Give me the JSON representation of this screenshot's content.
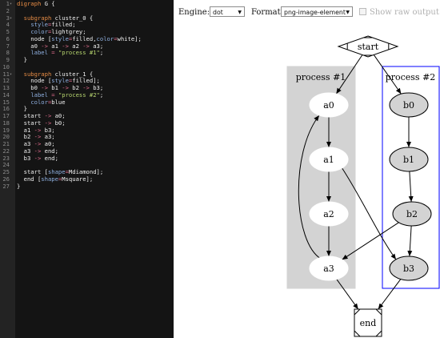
{
  "editor": {
    "lines": [
      {
        "n": "1",
        "fold": "▾",
        "t": [
          [
            "kw",
            "digraph"
          ],
          [
            "plain",
            " G {"
          ]
        ]
      },
      {
        "n": "2",
        "fold": "",
        "t": []
      },
      {
        "n": "3",
        "fold": "▾",
        "t": [
          [
            "plain",
            "  "
          ],
          [
            "kw",
            "subgraph"
          ],
          [
            "plain",
            " cluster_0 {"
          ]
        ]
      },
      {
        "n": "4",
        "fold": "",
        "t": [
          [
            "plain",
            "    "
          ],
          [
            "key",
            "style"
          ],
          [
            "op",
            "="
          ],
          [
            "plain",
            "filled;"
          ]
        ]
      },
      {
        "n": "5",
        "fold": "",
        "t": [
          [
            "plain",
            "    "
          ],
          [
            "key",
            "color"
          ],
          [
            "op",
            "="
          ],
          [
            "plain",
            "lightgrey;"
          ]
        ]
      },
      {
        "n": "6",
        "fold": "",
        "t": [
          [
            "plain",
            "    node ["
          ],
          [
            "key",
            "style"
          ],
          [
            "op",
            "="
          ],
          [
            "plain",
            "filled,"
          ],
          [
            "key",
            "color"
          ],
          [
            "op",
            "="
          ],
          [
            "plain",
            "white];"
          ]
        ]
      },
      {
        "n": "7",
        "fold": "",
        "t": [
          [
            "plain",
            "    a0 "
          ],
          [
            "op",
            "->"
          ],
          [
            "plain",
            " a1 "
          ],
          [
            "op",
            "->"
          ],
          [
            "plain",
            " a2 "
          ],
          [
            "op",
            "->"
          ],
          [
            "plain",
            " a3;"
          ]
        ]
      },
      {
        "n": "8",
        "fold": "",
        "t": [
          [
            "plain",
            "    "
          ],
          [
            "key",
            "label"
          ],
          [
            "plain",
            " "
          ],
          [
            "op",
            "="
          ],
          [
            "plain",
            " "
          ],
          [
            "str",
            "\"process #1\""
          ],
          [
            "plain",
            ";"
          ]
        ]
      },
      {
        "n": "9",
        "fold": "",
        "t": [
          [
            "plain",
            "  }"
          ]
        ]
      },
      {
        "n": "10",
        "fold": "",
        "t": []
      },
      {
        "n": "11",
        "fold": "▾",
        "t": [
          [
            "plain",
            "  "
          ],
          [
            "kw",
            "subgraph"
          ],
          [
            "plain",
            " cluster_1 {"
          ]
        ]
      },
      {
        "n": "12",
        "fold": "",
        "t": [
          [
            "plain",
            "    node ["
          ],
          [
            "key",
            "style"
          ],
          [
            "op",
            "="
          ],
          [
            "plain",
            "filled];"
          ]
        ]
      },
      {
        "n": "13",
        "fold": "",
        "t": [
          [
            "plain",
            "    b0 "
          ],
          [
            "op",
            "->"
          ],
          [
            "plain",
            " b1 "
          ],
          [
            "op",
            "->"
          ],
          [
            "plain",
            " b2 "
          ],
          [
            "op",
            "->"
          ],
          [
            "plain",
            " b3;"
          ]
        ]
      },
      {
        "n": "14",
        "fold": "",
        "t": [
          [
            "plain",
            "    "
          ],
          [
            "key",
            "label"
          ],
          [
            "plain",
            " "
          ],
          [
            "op",
            "="
          ],
          [
            "plain",
            " "
          ],
          [
            "str",
            "\"process #2\""
          ],
          [
            "plain",
            ";"
          ]
        ]
      },
      {
        "n": "15",
        "fold": "",
        "t": [
          [
            "plain",
            "    "
          ],
          [
            "key",
            "color"
          ],
          [
            "op",
            "="
          ],
          [
            "plain",
            "blue"
          ]
        ]
      },
      {
        "n": "16",
        "fold": "",
        "t": [
          [
            "plain",
            "  }"
          ]
        ]
      },
      {
        "n": "17",
        "fold": "",
        "t": [
          [
            "plain",
            "  start "
          ],
          [
            "op",
            "->"
          ],
          [
            "plain",
            " a0;"
          ]
        ]
      },
      {
        "n": "18",
        "fold": "",
        "t": [
          [
            "plain",
            "  start "
          ],
          [
            "op",
            "->"
          ],
          [
            "plain",
            " b0;"
          ]
        ]
      },
      {
        "n": "19",
        "fold": "",
        "t": [
          [
            "plain",
            "  a1 "
          ],
          [
            "op",
            "->"
          ],
          [
            "plain",
            " b3;"
          ]
        ]
      },
      {
        "n": "20",
        "fold": "",
        "t": [
          [
            "plain",
            "  b2 "
          ],
          [
            "op",
            "->"
          ],
          [
            "plain",
            " a3;"
          ]
        ]
      },
      {
        "n": "21",
        "fold": "",
        "t": [
          [
            "plain",
            "  a3 "
          ],
          [
            "op",
            "->"
          ],
          [
            "plain",
            " a0;"
          ]
        ]
      },
      {
        "n": "22",
        "fold": "",
        "t": [
          [
            "plain",
            "  a3 "
          ],
          [
            "op",
            "->"
          ],
          [
            "plain",
            " end;"
          ]
        ]
      },
      {
        "n": "23",
        "fold": "",
        "t": [
          [
            "plain",
            "  b3 "
          ],
          [
            "op",
            "->"
          ],
          [
            "plain",
            " end;"
          ]
        ]
      },
      {
        "n": "24",
        "fold": "",
        "t": []
      },
      {
        "n": "25",
        "fold": "",
        "t": [
          [
            "plain",
            "  start ["
          ],
          [
            "key",
            "shape"
          ],
          [
            "op",
            "="
          ],
          [
            "plain",
            "Mdiamond];"
          ]
        ]
      },
      {
        "n": "26",
        "fold": "",
        "t": [
          [
            "plain",
            "  end ["
          ],
          [
            "key",
            "shape"
          ],
          [
            "op",
            "="
          ],
          [
            "plain",
            "Msquare];"
          ]
        ]
      },
      {
        "n": "27",
        "fold": "",
        "t": [
          [
            "plain",
            "}"
          ]
        ]
      }
    ]
  },
  "toolbar": {
    "engine_label": "Engine:",
    "engine_value": "dot",
    "format_label": "Format:",
    "format_value": "png-image-element",
    "raw_label": "Show raw output",
    "dropdown_icon": "chevron-down-icon"
  },
  "graph": {
    "clusters": [
      {
        "id": "cluster_0",
        "label": "process #1",
        "fill": "#d3d3d3",
        "stroke": "#d3d3d3"
      },
      {
        "id": "cluster_1",
        "label": "process #2",
        "fill": "#ffffff",
        "stroke": "#0000ff"
      }
    ],
    "nodes": [
      {
        "id": "start",
        "label": "start",
        "shape": "Mdiamond",
        "fill": "#ffffff"
      },
      {
        "id": "a0",
        "label": "a0",
        "shape": "ellipse",
        "fill": "#ffffff",
        "stroke": "#ffffff"
      },
      {
        "id": "a1",
        "label": "a1",
        "shape": "ellipse",
        "fill": "#ffffff",
        "stroke": "#ffffff"
      },
      {
        "id": "a2",
        "label": "a2",
        "shape": "ellipse",
        "fill": "#ffffff",
        "stroke": "#ffffff"
      },
      {
        "id": "a3",
        "label": "a3",
        "shape": "ellipse",
        "fill": "#ffffff",
        "stroke": "#ffffff"
      },
      {
        "id": "b0",
        "label": "b0",
        "shape": "ellipse",
        "fill": "#d3d3d3",
        "stroke": "#000000"
      },
      {
        "id": "b1",
        "label": "b1",
        "shape": "ellipse",
        "fill": "#d3d3d3",
        "stroke": "#000000"
      },
      {
        "id": "b2",
        "label": "b2",
        "shape": "ellipse",
        "fill": "#d3d3d3",
        "stroke": "#000000"
      },
      {
        "id": "b3",
        "label": "b3",
        "shape": "ellipse",
        "fill": "#d3d3d3",
        "stroke": "#000000"
      },
      {
        "id": "end",
        "label": "end",
        "shape": "Msquare",
        "fill": "#ffffff"
      }
    ],
    "edges": [
      {
        "from": "start",
        "to": "a0"
      },
      {
        "from": "start",
        "to": "b0"
      },
      {
        "from": "a0",
        "to": "a1"
      },
      {
        "from": "a1",
        "to": "a2"
      },
      {
        "from": "a2",
        "to": "a3"
      },
      {
        "from": "b0",
        "to": "b1"
      },
      {
        "from": "b1",
        "to": "b2"
      },
      {
        "from": "b2",
        "to": "b3"
      },
      {
        "from": "a1",
        "to": "b3"
      },
      {
        "from": "b2",
        "to": "a3"
      },
      {
        "from": "a3",
        "to": "a0"
      },
      {
        "from": "a3",
        "to": "end"
      },
      {
        "from": "b3",
        "to": "end"
      }
    ]
  }
}
